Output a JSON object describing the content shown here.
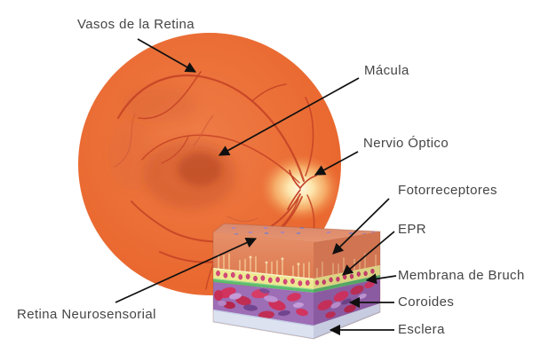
{
  "figure": {
    "description": "Diagrama anatómico del fondo de ojo y capas de la retina",
    "labels": {
      "vasos": "Vasos de la Retina",
      "macula": "Mácula",
      "nervio": "Nervio Óptico",
      "fotorreceptores": "Fotorreceptores",
      "epr": "EPR",
      "membrana": "Membrana de Bruch",
      "coroides": "Coroides",
      "esclera": "Esclera",
      "retina_neuro": "Retina Neurosensorial"
    },
    "colors": {
      "background": "#ffffff",
      "fundus_orange": "#EC7038",
      "vessel_red": "#C64426",
      "optic_disc_glow": "#FFF7E0",
      "macula_dark": "#C8542B",
      "label_text": "#454545",
      "arrow_black": "#101010",
      "photoreceptor_salmon": "#E5855C",
      "epr_yellow": "#EDE892",
      "epr_dot_pink": "#D8487D",
      "bruch_green": "#5BBC6C",
      "choroid_purple": "#9D6DB5",
      "choroid_vessel_red": "#D5315C",
      "sclera_pale": "#DCE2F0"
    }
  }
}
